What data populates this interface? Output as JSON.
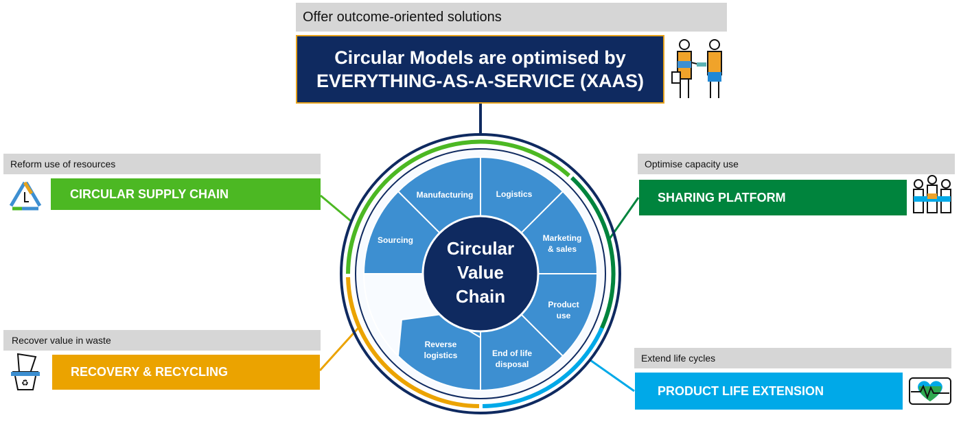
{
  "header": {
    "tagline": "Offer outcome-oriented solutions",
    "title_line1": "Circular Models are optimised by",
    "title_line2": "EVERYTHING-AS-A-SERVICE (XAAS)"
  },
  "models": {
    "left_top": {
      "label": "Reform use of resources",
      "title": "CIRCULAR SUPPLY CHAIN",
      "color": "#4cb823",
      "icon": "recycle-icon"
    },
    "left_bottom": {
      "label": "Recover value in waste",
      "title": "RECOVERY & RECYCLING",
      "color": "#eba300",
      "icon": "recycling-bin-icon"
    },
    "right_top": {
      "label": "Optimise capacity use",
      "title": "SHARING PLATFORM",
      "color": "#00843d",
      "icon": "people-group-icon"
    },
    "right_bottom": {
      "label": "Extend life cycles",
      "title": "PRODUCT LIFE EXTENSION",
      "color": "#00a9e8",
      "icon": "heartbeat-monitor-icon"
    }
  },
  "header_icon": "business-people-icon",
  "wheel": {
    "center_line1": "Circular",
    "center_line2": "Value",
    "center_line3": "Chain",
    "segments": {
      "manufacturing": "Manufacturing",
      "logistics": "Logistics",
      "marketing_1": "Marketing",
      "marketing_2": "& sales",
      "product_1": "Product",
      "product_2": "use",
      "eol_1": "End of life",
      "eol_2": "disposal",
      "reverse_1": "Reverse",
      "reverse_2": "logistics",
      "sourcing": "Sourcing"
    },
    "colors": {
      "segment": "#3d8fd1",
      "center": "#0f2a60",
      "outer_ring": "#0f2a60"
    }
  }
}
